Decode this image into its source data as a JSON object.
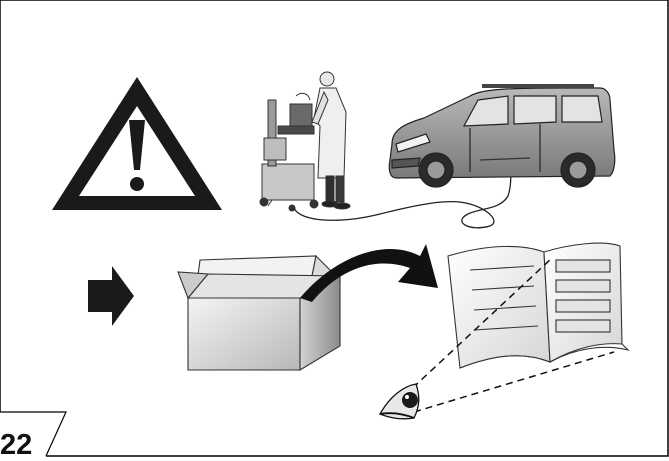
{
  "page": {
    "number": "22"
  },
  "illustrations": {
    "warning": "warning-triangle-icon",
    "technician": "technician-with-diagnostic-cart",
    "vehicle": "van-connected-by-cable",
    "arrow": "right-arrow-icon",
    "box": "open-box-with-curved-arrow",
    "manual": "open-manual-book",
    "eye": "eye-reading-icon"
  },
  "colors": {
    "ink": "#1a1a1a",
    "frame": "#000000",
    "grey_light": "#eeeeee",
    "grey_mid": "#bdbdbd",
    "grey_dark": "#6f6f6f"
  }
}
